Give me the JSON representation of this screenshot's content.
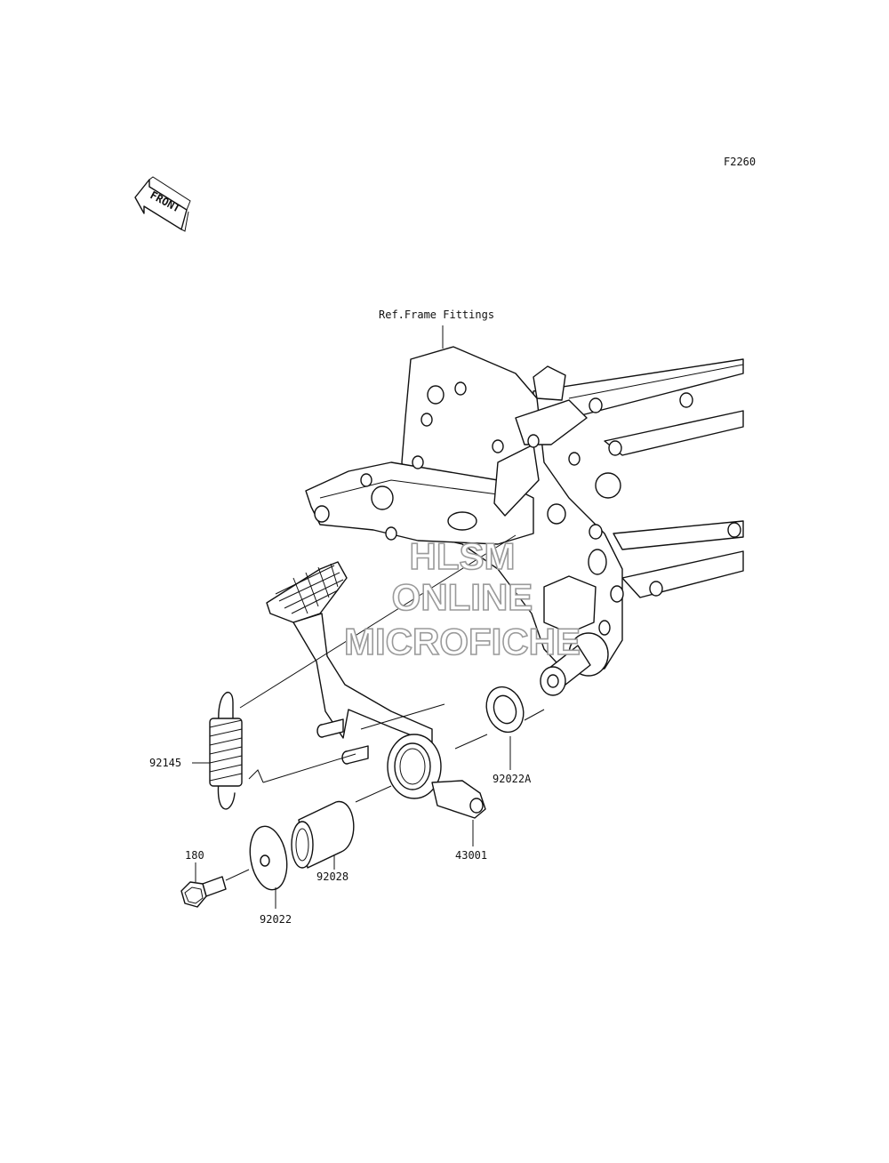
{
  "figure_code": "F2260",
  "front_label": "FRONT",
  "ref_label": "Ref.Frame Fittings",
  "watermark": [
    "HLSM",
    "ONLINE",
    "MICROFICHE"
  ],
  "parts": [
    {
      "id": "spring",
      "number": "92145"
    },
    {
      "id": "bolt",
      "number": "180"
    },
    {
      "id": "washer",
      "number": "92022"
    },
    {
      "id": "collar",
      "number": "92028"
    },
    {
      "id": "pedal",
      "number": "43001"
    },
    {
      "id": "washer-a",
      "number": "92022A"
    }
  ]
}
